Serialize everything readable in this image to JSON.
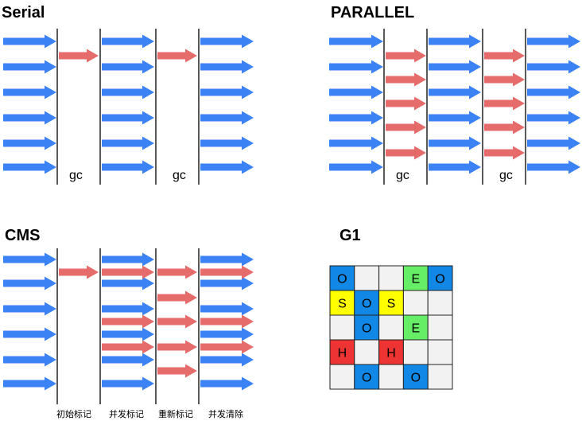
{
  "colors": {
    "app_thread": "#3b82f5",
    "gc_thread": "#e66b6b",
    "divider": "#000000",
    "g1": {
      "O": "#1188e6",
      "E": "#66ee66",
      "S": "#ffff00",
      "H": "#ee3333",
      "empty": "#f2f2f2"
    }
  },
  "serial": {
    "title": "Serial",
    "gc_labels": [
      "gc",
      "gc"
    ]
  },
  "parallel": {
    "title": "PARALLEL",
    "gc_labels": [
      "gc",
      "gc"
    ]
  },
  "cms": {
    "title": "CMS",
    "phases": [
      "初始标记",
      "并发标记",
      "重新标记",
      "并发清除"
    ]
  },
  "g1": {
    "title": "G1",
    "grid": [
      [
        "O",
        "",
        "",
        "E",
        "O"
      ],
      [
        "S",
        "O",
        "S",
        "",
        ""
      ],
      [
        "",
        "O",
        "",
        "E",
        ""
      ],
      [
        "H",
        "",
        "H",
        "",
        ""
      ],
      [
        "",
        "O",
        "",
        "O",
        ""
      ]
    ]
  }
}
